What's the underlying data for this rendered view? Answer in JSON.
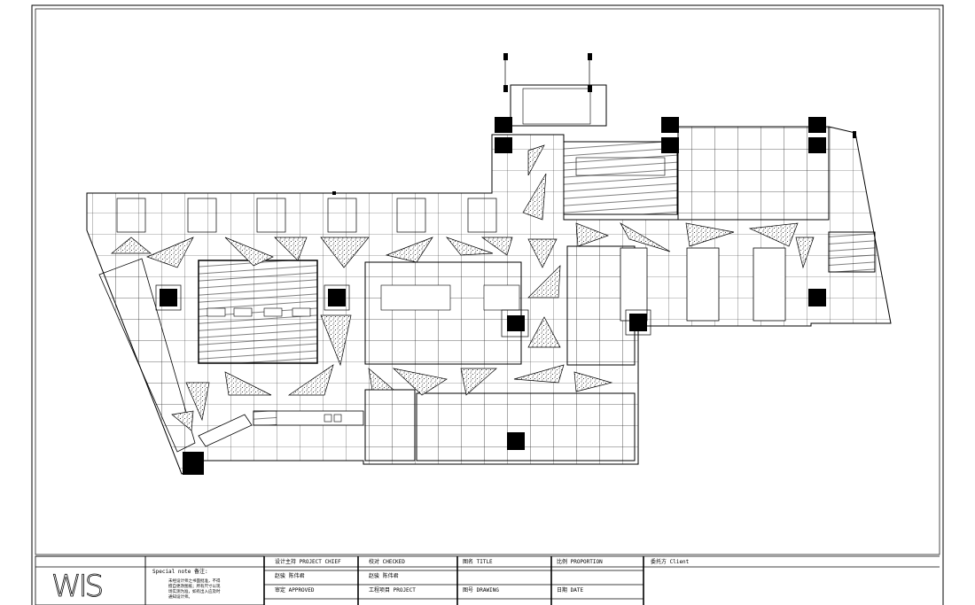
{
  "titleblock": {
    "logo": "WIS",
    "special_note": "Special note 备注:",
    "note_body": "未经设计师之书面批准，不得擅自更改图纸；所有尺寸以现场实测为准，如有出入应及时通知设计师。",
    "project_chief_label": "设计主持 PROJECT CHIEF",
    "project_chief_name": "赵骏 陈伟君",
    "approved_label": "审定 APPROVED",
    "checked_label": "校对 CHECKED",
    "checked_name": "赵骏 陈伟君",
    "project_label": "工程项目 PROJECT",
    "title_label": "图名 TITLE",
    "drawing_label": "图号 DRAWING",
    "proportion_label": "比例 PROPORTION",
    "date_label": "日期 DATE",
    "client_label": "委托方 Client"
  }
}
